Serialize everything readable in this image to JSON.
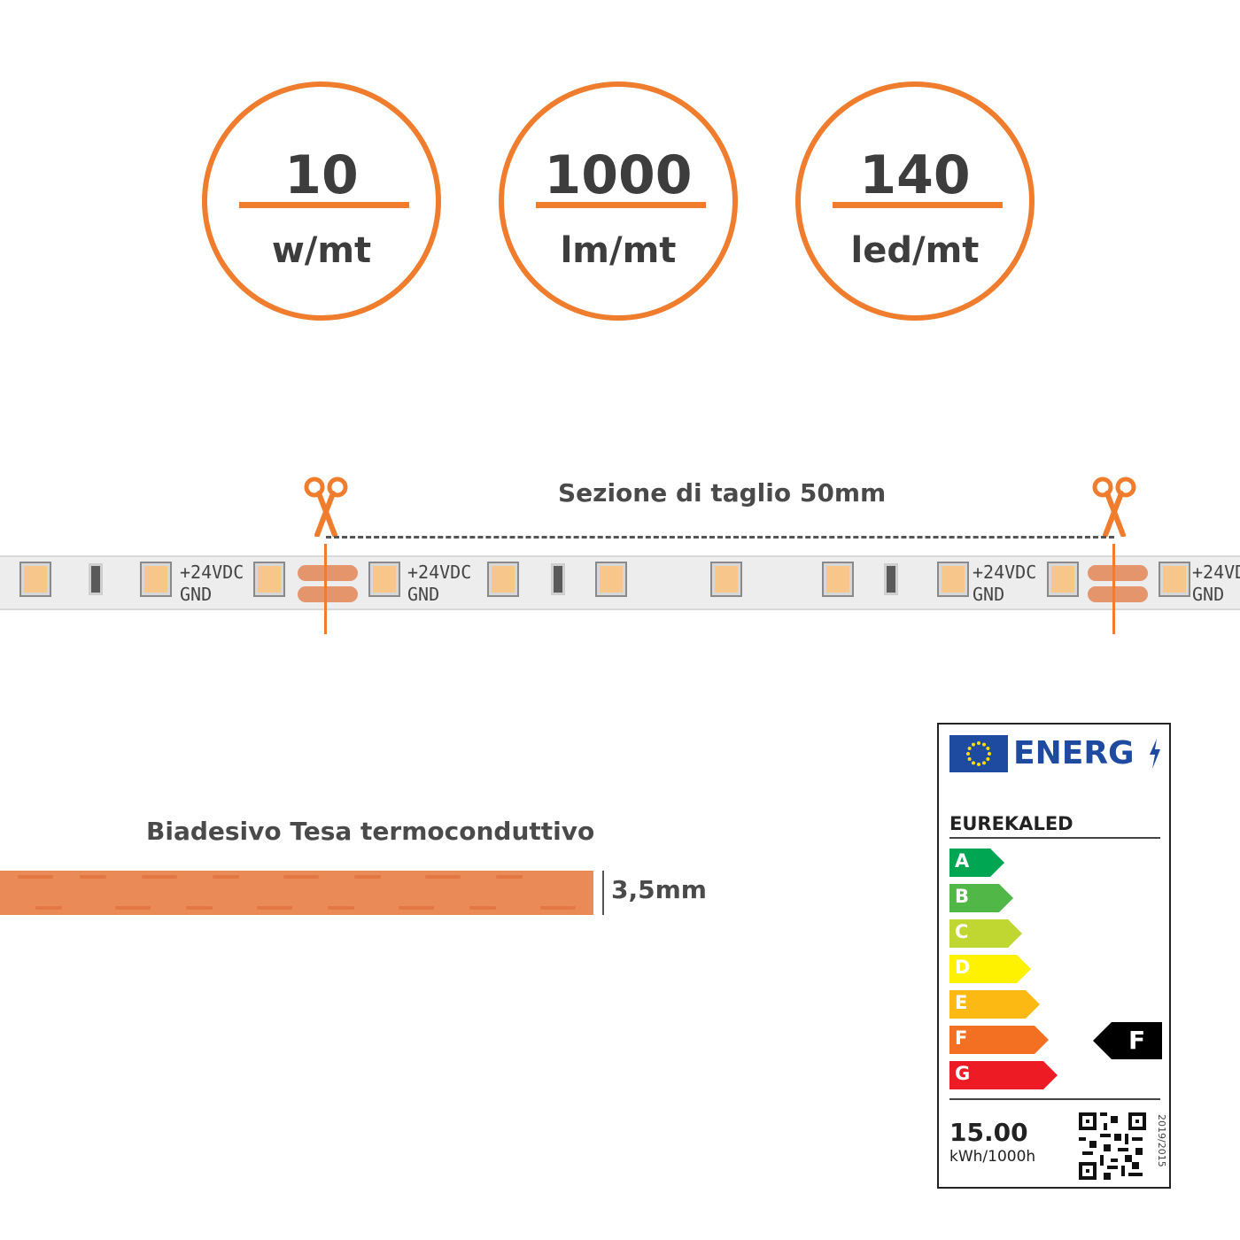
{
  "specs": [
    {
      "value": "10",
      "unit": "w/mt"
    },
    {
      "value": "1000",
      "unit": "lm/mt"
    },
    {
      "value": "140",
      "unit": "led/mt"
    }
  ],
  "strip": {
    "cut_section_label": "Sezione di taglio 50mm",
    "voltage_label": "+24VDC",
    "ground_label": "GND"
  },
  "tape": {
    "title": "Biadesivo Tesa termoconduttivo",
    "thickness": "3,5mm"
  },
  "energy_label": {
    "word": "ENERG",
    "supplier": "EUREKALED",
    "classes": [
      "A",
      "B",
      "C",
      "D",
      "E",
      "F",
      "G"
    ],
    "class_colors": [
      "#00a651",
      "#51b848",
      "#bfd730",
      "#fff200",
      "#fdb913",
      "#f36f21",
      "#ed1c24"
    ],
    "rating": "F",
    "consumption": "15.00",
    "consumption_unit": "kWh/1000h",
    "regulation": "2019/2015"
  },
  "colors": {
    "accent": "#ef7d2d",
    "text": "#3d3d3d"
  }
}
